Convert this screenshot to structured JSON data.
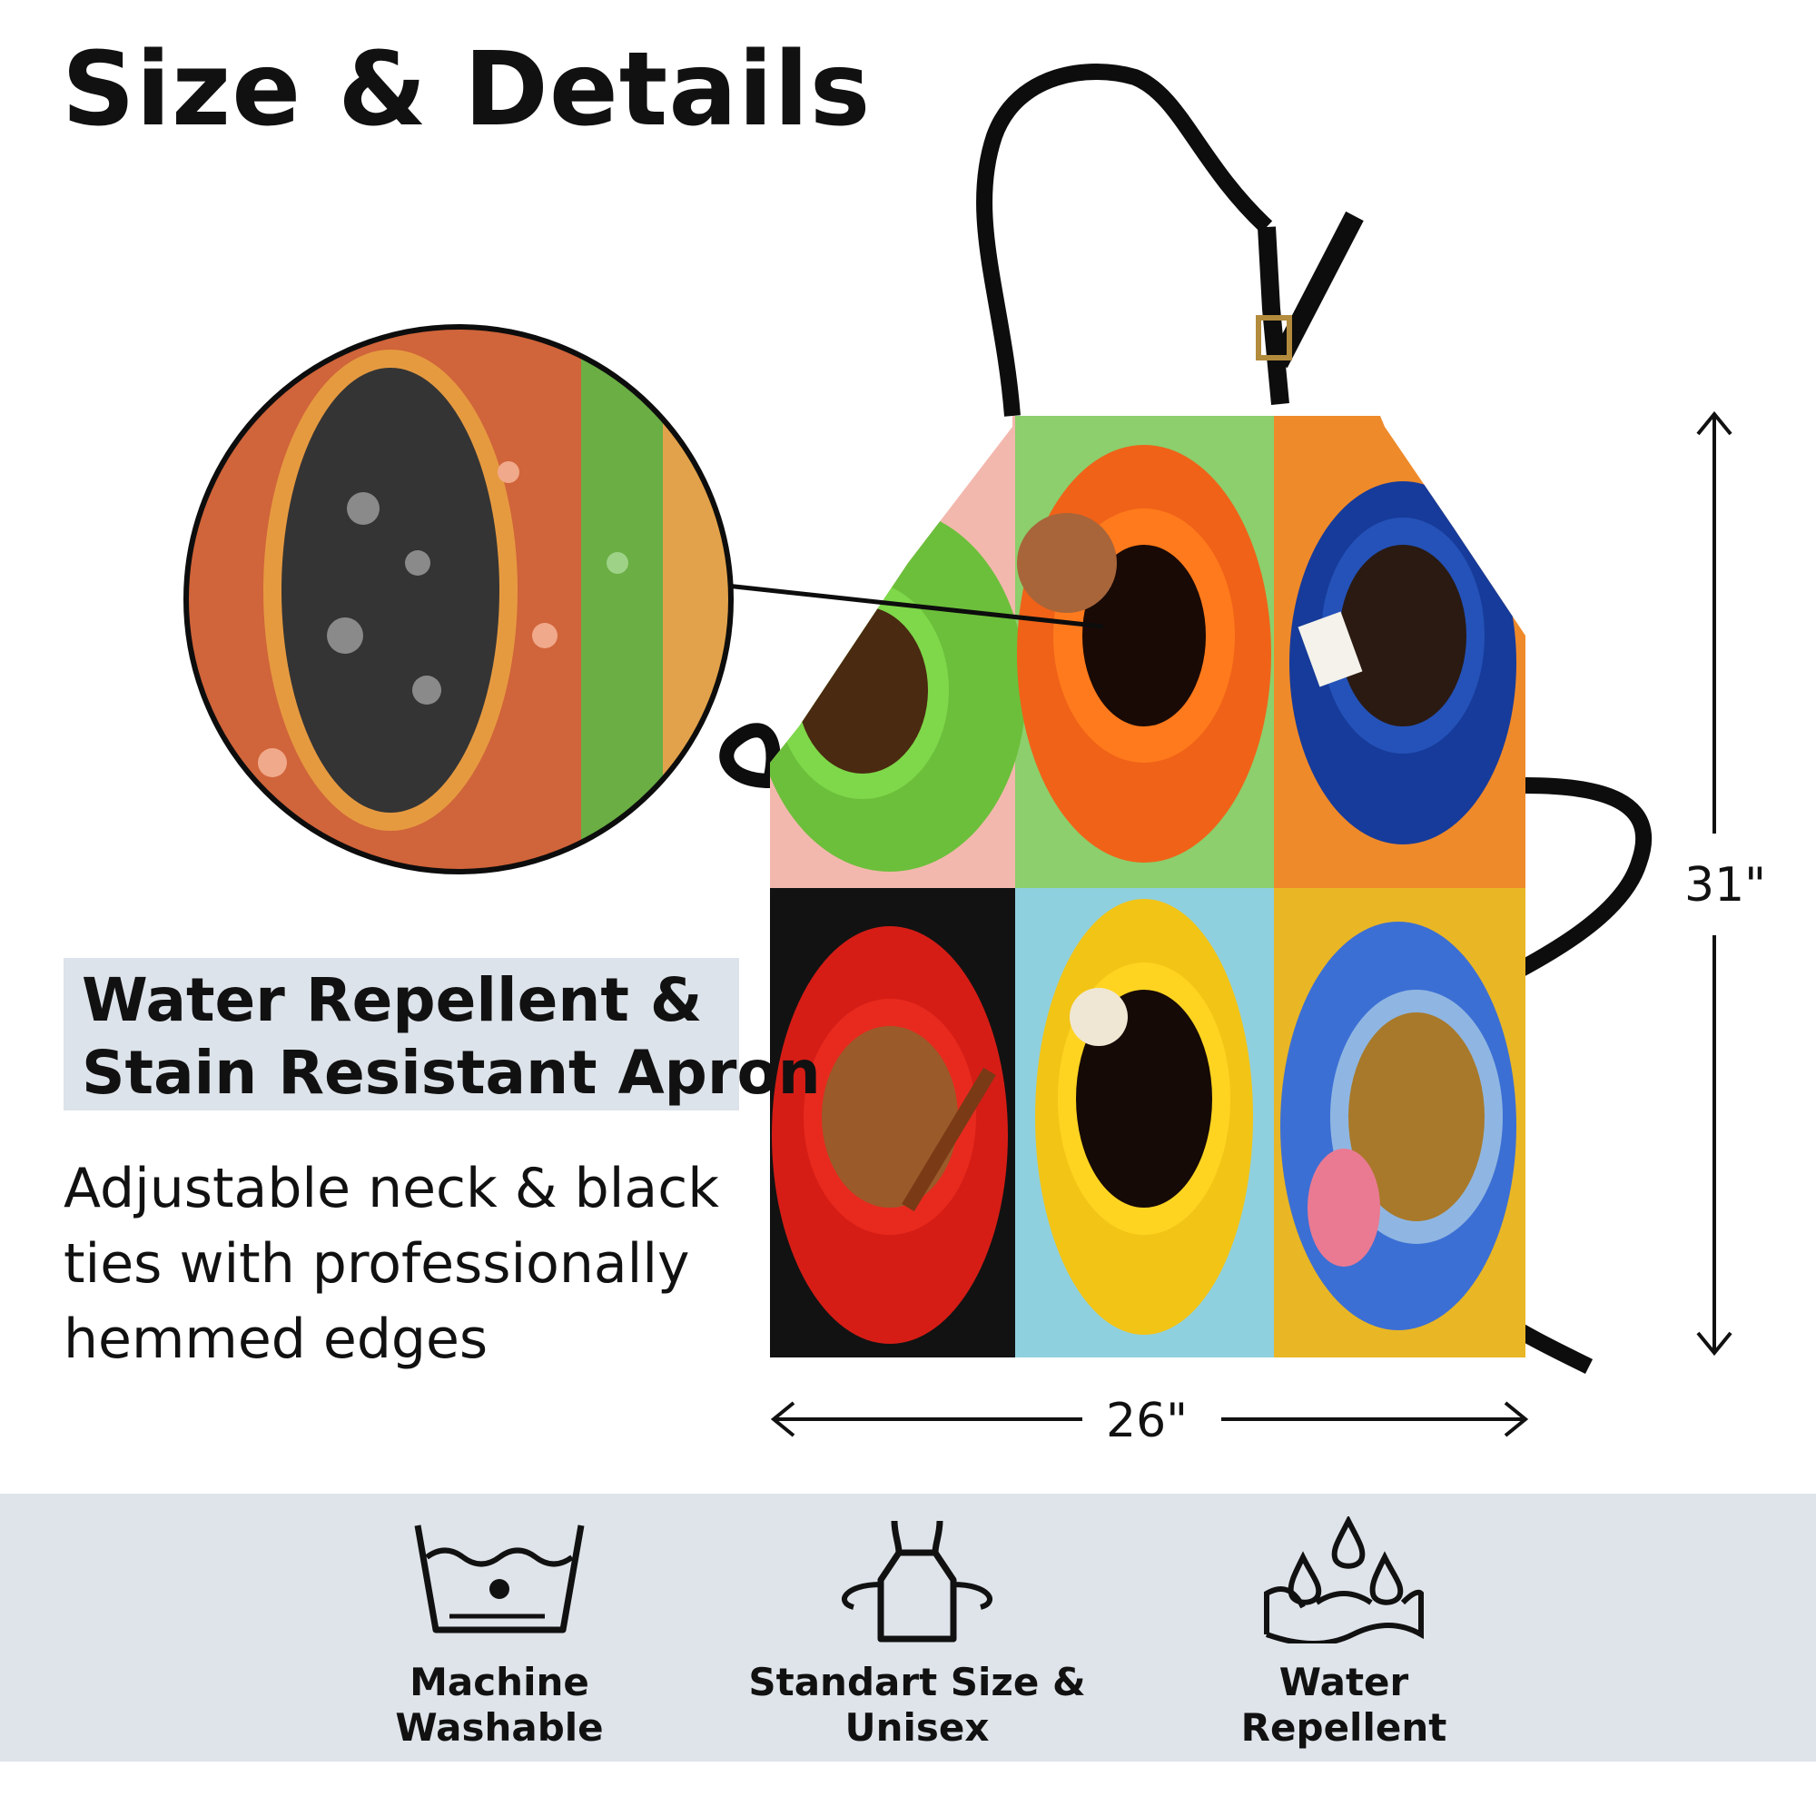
{
  "title": "Size & Details",
  "feature_heading_line1": "Water Repellent &",
  "feature_heading_line2": "Stain Resistant Apron",
  "description_line1": "Adjustable neck & black",
  "description_line2": "ties with professionally",
  "description_line3": "hemmed edges",
  "dimensions": {
    "height": "31\"",
    "width": "26\""
  },
  "features": [
    {
      "icon": "machine-wash-icon",
      "label": "Machine\nWashable"
    },
    {
      "icon": "apron-icon",
      "label": "Standart Size &\nUnisex"
    },
    {
      "icon": "water-drops-icon",
      "label": "Water\nRepellent"
    }
  ],
  "colors": {
    "icon_bar": "#dfe4ea",
    "feature_box": "#dde3ea",
    "strap": "#0d0d0d"
  }
}
